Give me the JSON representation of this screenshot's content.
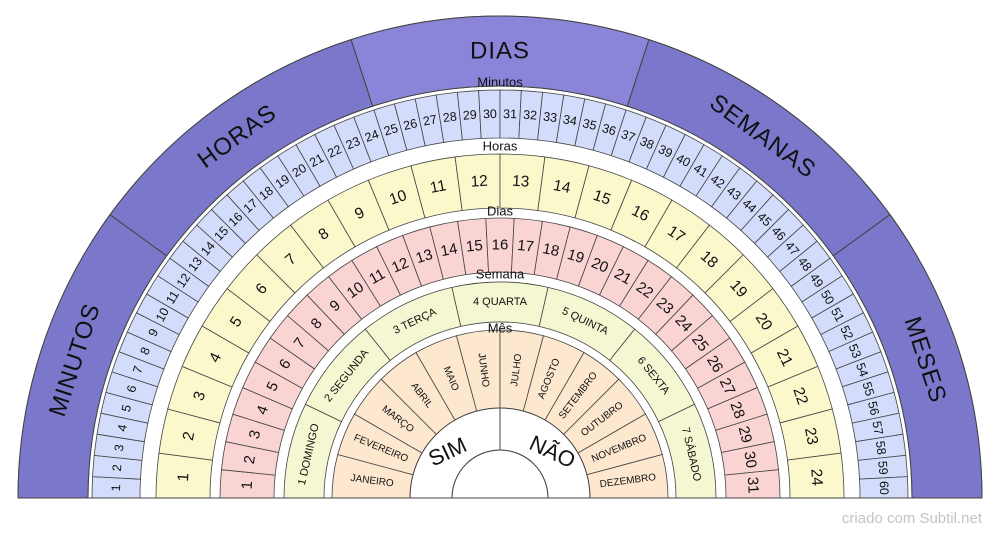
{
  "rings": {
    "outer": {
      "sectors": [
        "MINUTOS",
        "HORAS",
        "DIAS",
        "SEMANAS",
        "MESES"
      ],
      "fill": "#7b78cc",
      "fill_top": "#8a85d8"
    },
    "minutes": {
      "label": "Minutos",
      "cells": [
        "1",
        "2",
        "3",
        "4",
        "5",
        "6",
        "7",
        "8",
        "9",
        "10",
        "11",
        "12",
        "13",
        "14",
        "15",
        "16",
        "17",
        "18",
        "19",
        "20",
        "21",
        "22",
        "23",
        "24",
        "25",
        "26",
        "27",
        "28",
        "29",
        "30",
        "31",
        "32",
        "33",
        "34",
        "35",
        "36",
        "37",
        "38",
        "39",
        "40",
        "41",
        "42",
        "43",
        "44",
        "45",
        "46",
        "47",
        "48",
        "49",
        "50",
        "51",
        "52",
        "53",
        "54",
        "55",
        "56",
        "57",
        "58",
        "59",
        "60"
      ],
      "fill": "#d3dcfa"
    },
    "hours": {
      "label": "Horas",
      "cells": [
        "1",
        "2",
        "3",
        "4",
        "5",
        "6",
        "7",
        "8",
        "9",
        "10",
        "11",
        "12",
        "13",
        "14",
        "15",
        "16",
        "17",
        "18",
        "19",
        "20",
        "21",
        "22",
        "23",
        "24"
      ],
      "fill": "#fbf8cc"
    },
    "days": {
      "label": "Dias",
      "cells": [
        "1",
        "2",
        "3",
        "4",
        "5",
        "6",
        "7",
        "8",
        "9",
        "10",
        "11",
        "12",
        "13",
        "14",
        "15",
        "16",
        "17",
        "18",
        "19",
        "20",
        "21",
        "22",
        "23",
        "24",
        "25",
        "26",
        "27",
        "28",
        "29",
        "30",
        "31"
      ],
      "fill": "#fad3d3"
    },
    "week": {
      "label": "Semana",
      "cells": [
        "1 DOMINGO",
        "2 SEGUNDA",
        "3 TERÇA",
        "4 QUARTA",
        "5 QUINTA",
        "6 SEXTA",
        "7 SÁBADO"
      ],
      "fill": "#f4f7d2"
    },
    "months": {
      "label": "Mês",
      "cells": [
        "JANEIRO",
        "FEVEREIRO",
        "MARÇO",
        "ABRIL",
        "MAIO",
        "JUNHO",
        "JULHO",
        "AGOSTO",
        "SETEMBRO",
        "OUTUBRO",
        "NOVEMBRO",
        "DEZEMBRO"
      ],
      "fill": "#fde7cf"
    },
    "answers": {
      "left": "SIM",
      "right": "NÃO"
    }
  },
  "credit": "criado com Subtil.net"
}
